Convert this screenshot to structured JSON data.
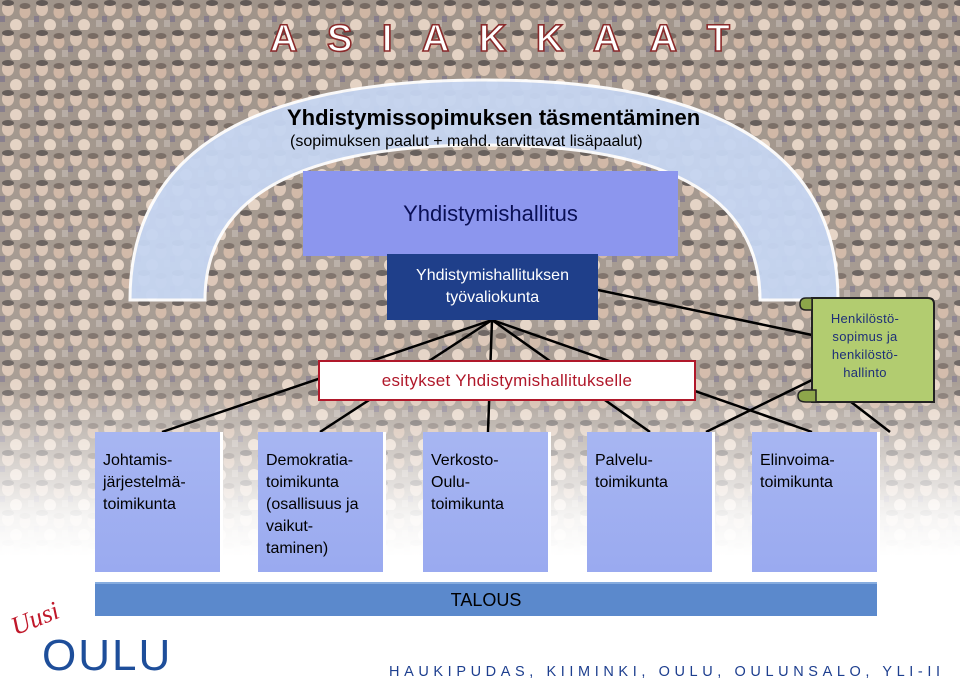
{
  "header": {
    "title_letters": [
      "A",
      "S",
      "I",
      "A",
      "K",
      "K",
      "A",
      "A",
      "T"
    ],
    "subtitle": "Yhdistymissopimuksen täsmentäminen",
    "subtitle_note": "(sopimuksen paalut + mahd. tarvittavat lisäpaalut)"
  },
  "diagram": {
    "board": "Yhdistymishallitus",
    "executive_committee": [
      "Yhdistymishallituksen",
      "työvaliokunta"
    ],
    "proposals": "esitykset Yhdistymishallitukselle",
    "personnel_scroll": [
      "Henkilöstö-",
      "sopimus ja",
      "henkilöstö-",
      "hallinto"
    ],
    "units": [
      {
        "lines": [
          "Johtamis-",
          "järjestelmä-",
          "toimikunta"
        ]
      },
      {
        "lines": [
          "Demokratia-",
          "toimikunta",
          "(osallisuus ja",
          "vaikut-",
          "taminen)"
        ]
      },
      {
        "lines": [
          "Verkosto-",
          "Oulu-",
          "toimikunta"
        ]
      },
      {
        "lines": [
          "Palvelu-",
          "toimikunta"
        ]
      },
      {
        "lines": [
          "Elinvoima-",
          "toimikunta"
        ]
      }
    ],
    "finance_bar": "TALOUS"
  },
  "footer": {
    "municipalities": "HAUKIPUDAS, KIIMINKI, OULU, OULUNSALO, YLI-II"
  },
  "logo": {
    "uusi": "Uusi",
    "oulu": "OULU"
  },
  "colors": {
    "board": "#8c96ee",
    "executive": "#1f3f8a",
    "proposal_border": "#b0182a",
    "unit": "#9aaaf0",
    "finance": "#5b89cc",
    "footer_text": "#1e3f8f"
  }
}
